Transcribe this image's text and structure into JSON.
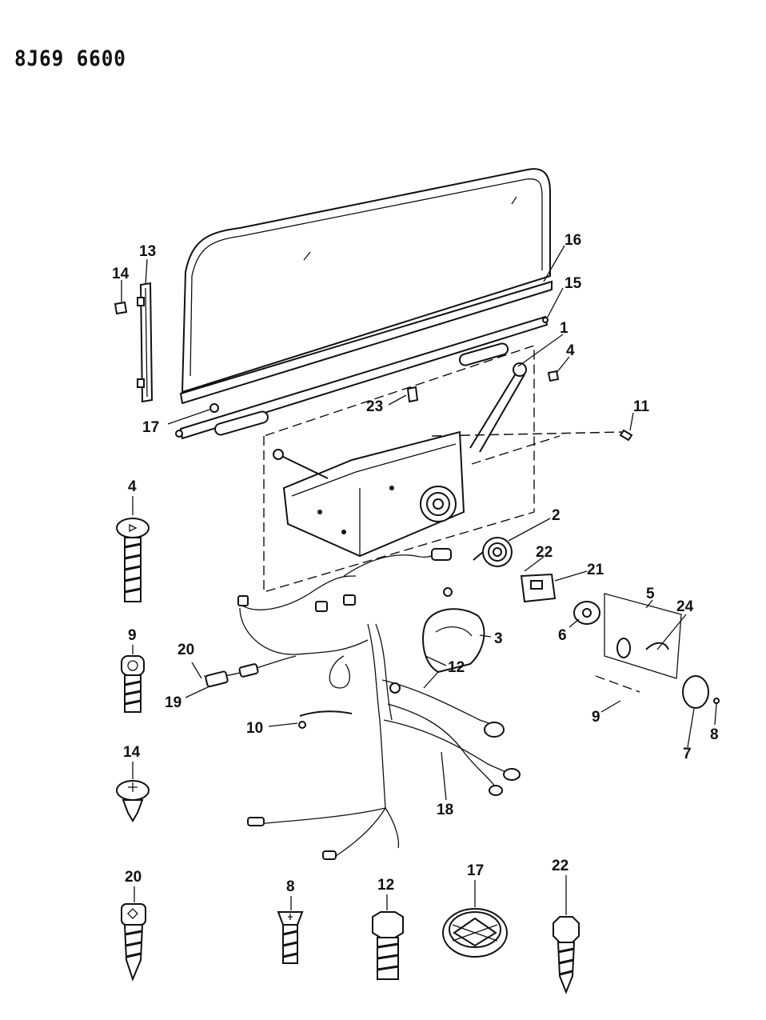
{
  "diagram_code": "8J69 6600",
  "callouts": {
    "c1": "1",
    "c2": "2",
    "c3": "3",
    "c4a": "4",
    "c4b": "4",
    "c5": "5",
    "c6": "6",
    "c7": "7",
    "c8a": "8",
    "c8b": "8",
    "c9a": "9",
    "c9b": "9",
    "c10": "10",
    "c11": "11",
    "c12a": "12",
    "c12b": "12",
    "c13": "13",
    "c14a": "14",
    "c14b": "14",
    "c15": "15",
    "c16": "16",
    "c17a": "17",
    "c17b": "17",
    "c18": "18",
    "c19": "19",
    "c20a": "20",
    "c20b": "20",
    "c21": "21",
    "c22a": "22",
    "c22b": "22",
    "c23": "23",
    "c24": "24"
  }
}
